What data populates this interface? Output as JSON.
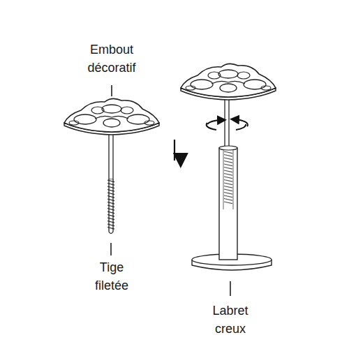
{
  "diagram": {
    "labels": [
      "Embout décoratif",
      "Tige filetée",
      "Labret creux"
    ]
  }
}
